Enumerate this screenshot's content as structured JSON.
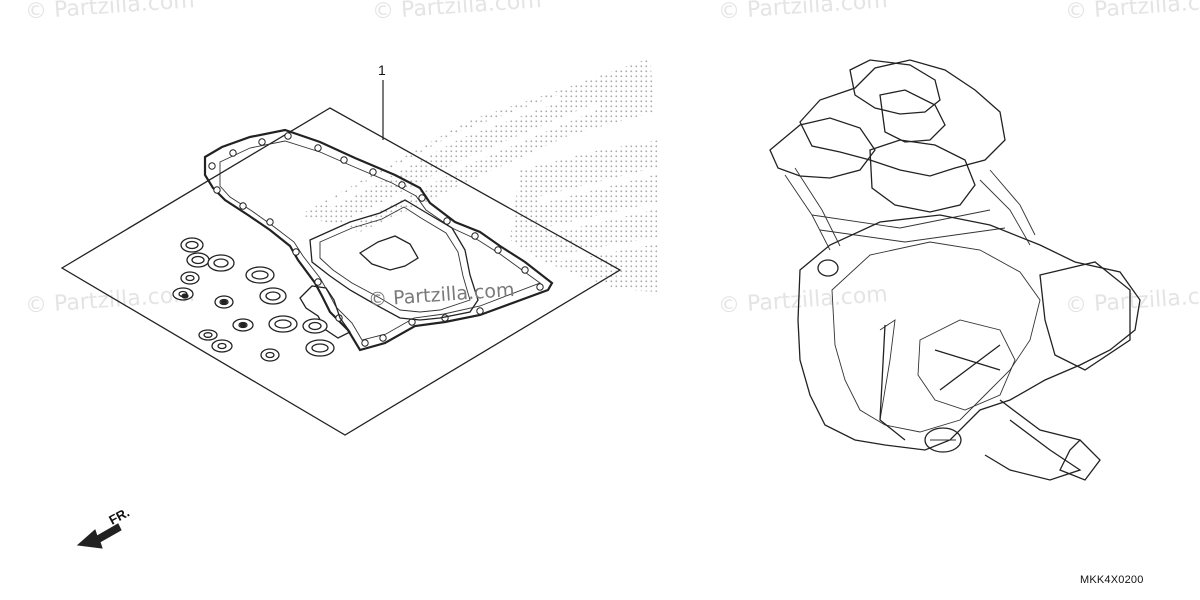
{
  "watermarks": [
    "© Partzilla.com",
    "© Partzilla.com",
    "© Partzilla.com",
    "© Partzilla.com",
    "© Partzilla.com",
    "© Partzilla.com",
    "© Partzilla.com"
  ],
  "center_watermark": "© Partzilla.com",
  "callout": {
    "number": "1"
  },
  "front_indicator": {
    "label": "FR."
  },
  "diagram_code": "MKK4X0200"
}
